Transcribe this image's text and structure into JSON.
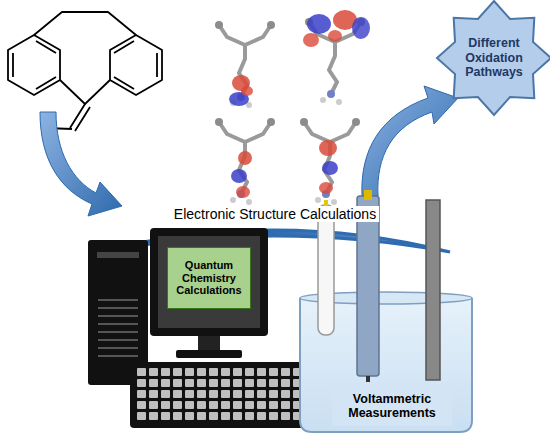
{
  "diagram": {
    "nodes": [
      {
        "text": [
          "Different Oxidation Pathways"
        ]
      },
      {
        "text": [
          "Quantum Chemistry Calculations"
        ]
      },
      {
        "text": [
          "Voltammetric Measurements"
        ]
      }
    ],
    "labels": [
      "Electronic Structure Calculations"
    ]
  }
}
